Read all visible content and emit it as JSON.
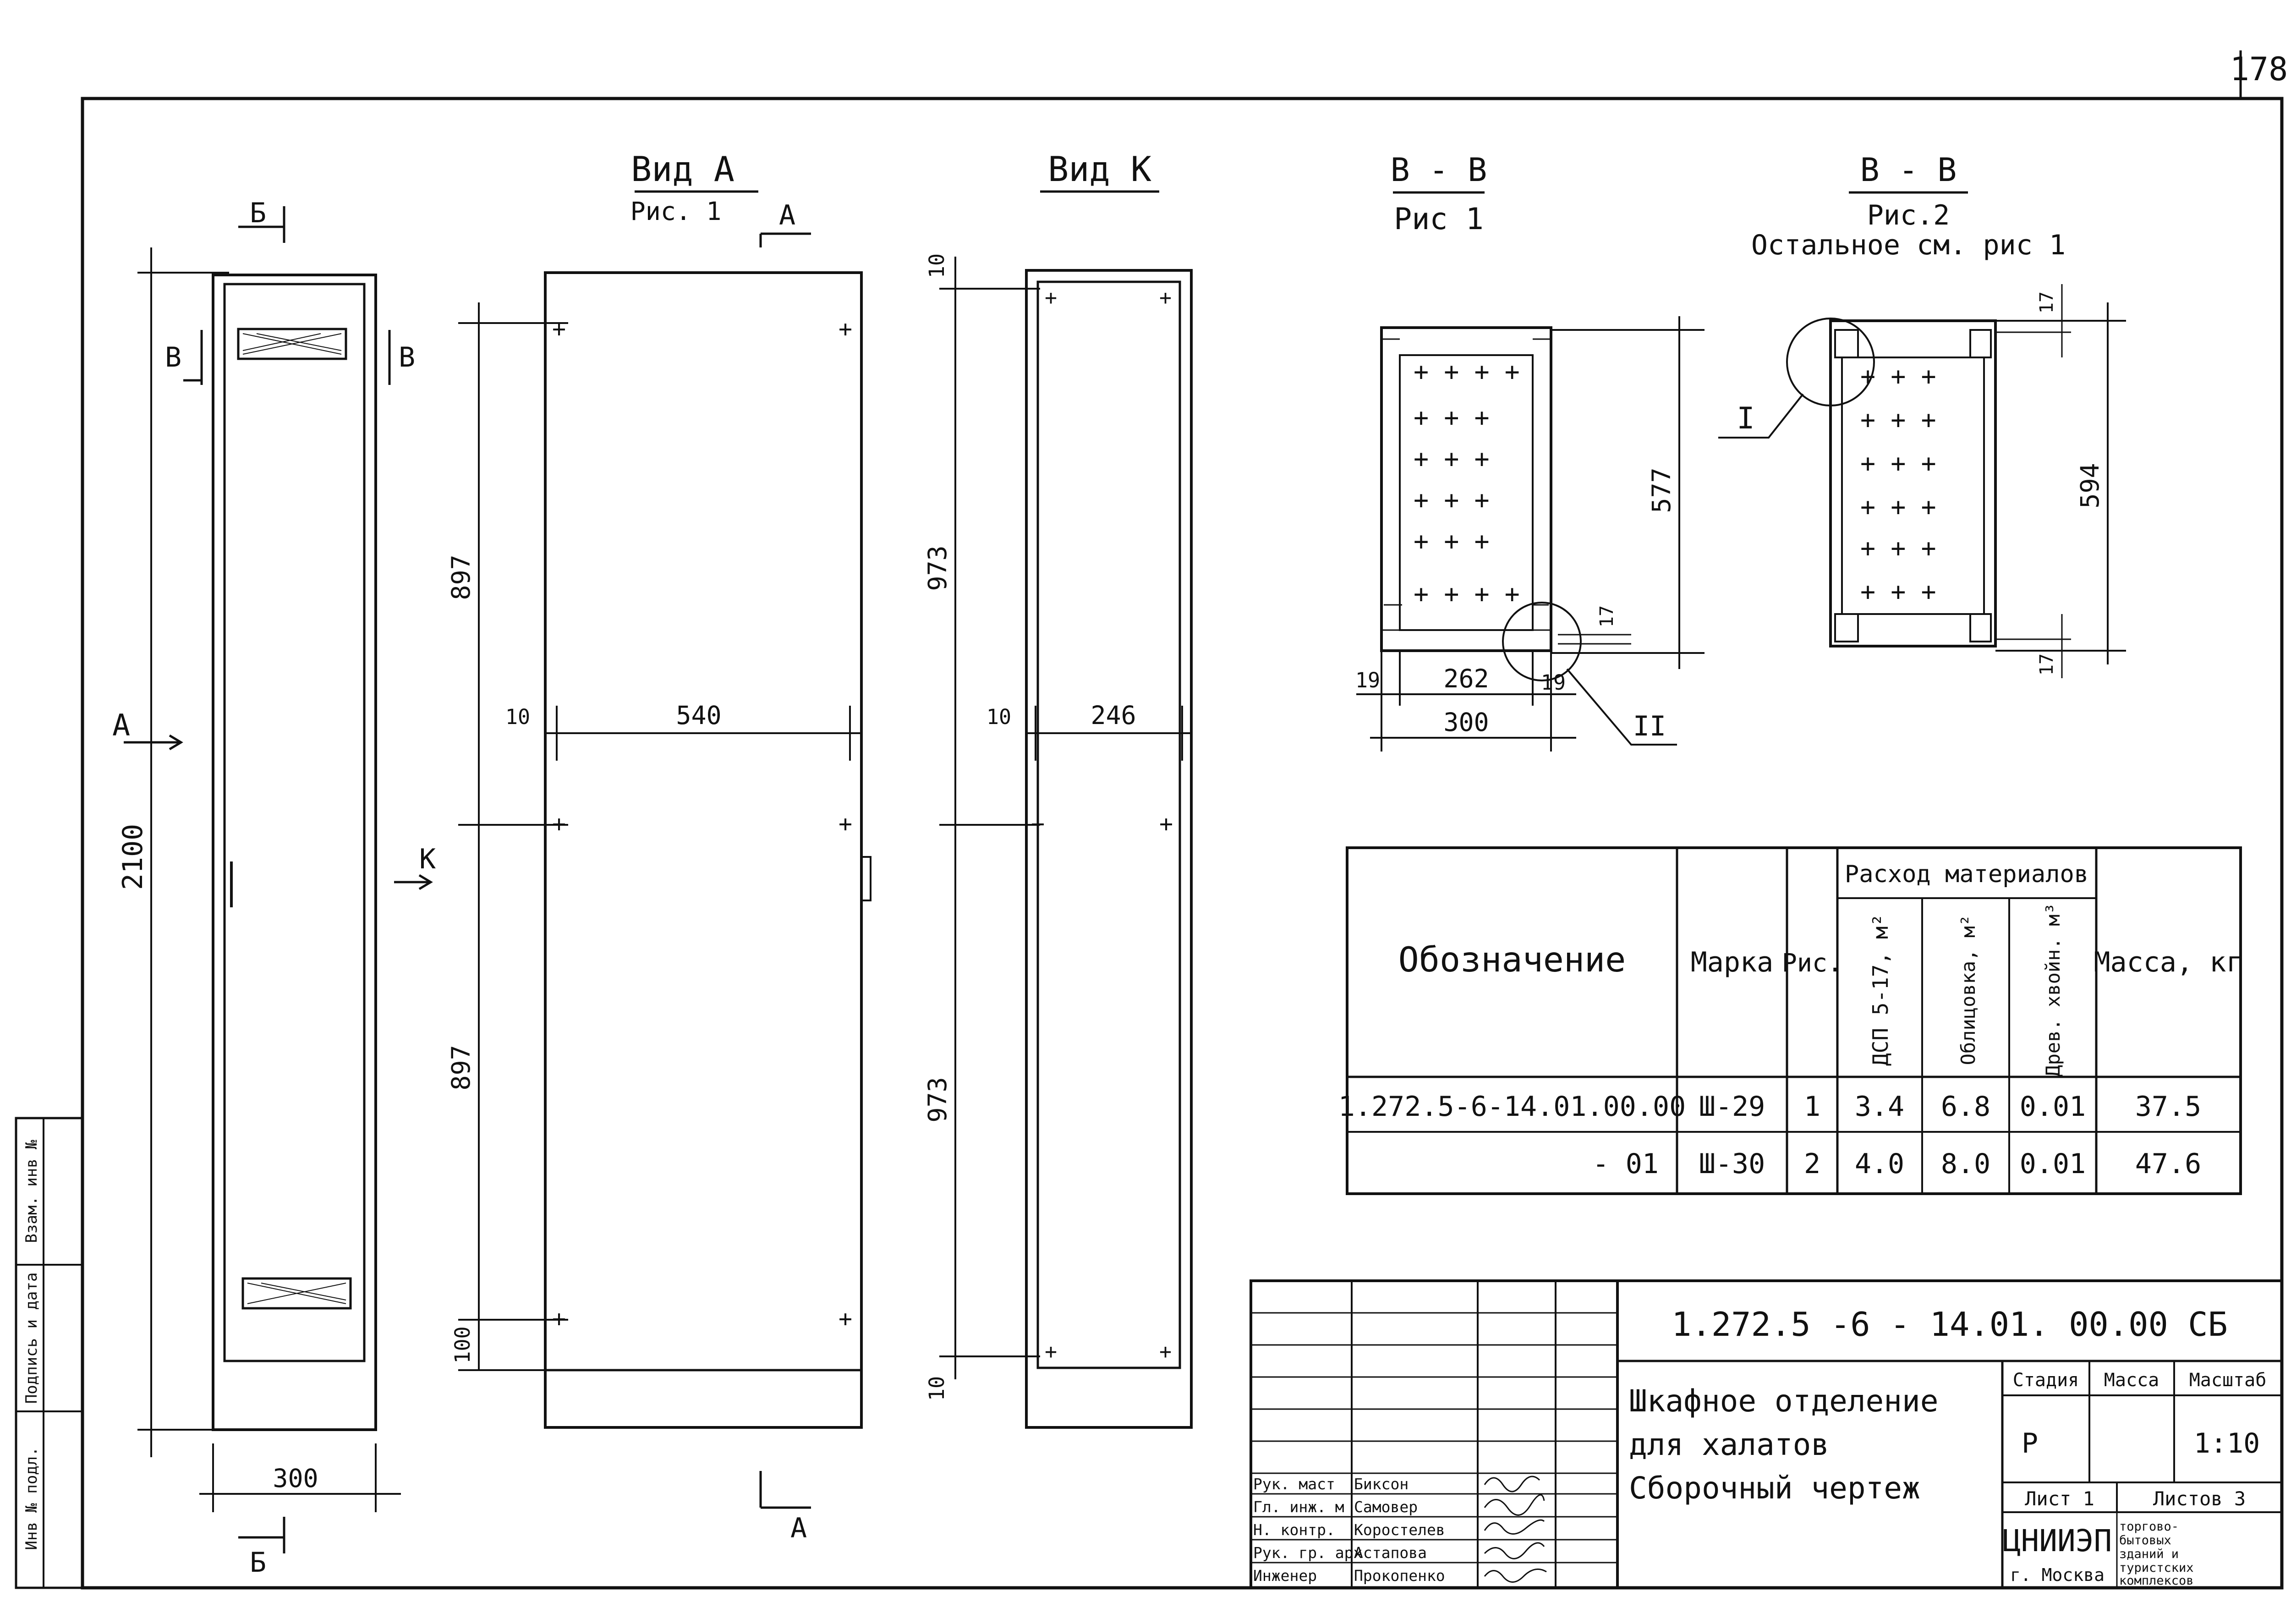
{
  "sheet_number": "178",
  "views": {
    "front_title": "",
    "front_section_b_top": "Б",
    "front_section_b_bottom": "Б",
    "front_section_v_left": "В",
    "front_section_v_right": "В",
    "front_arrow_a": "А",
    "front_width": "300",
    "front_height": "2100",
    "view_a_title": "Вид А",
    "view_a_subtitle": "Рис. 1",
    "view_a_arrow_top": "А",
    "view_a_arrow_bottom": "А",
    "view_a_arrow_k": "К",
    "view_a_dim_top": "897",
    "view_a_dim_bottom": "897",
    "view_a_dim_base": "100",
    "view_a_dim_width": "540",
    "view_a_dim_side": "10",
    "view_k_title": "Вид К",
    "view_k_dim_top": "973",
    "view_k_dim_bottom": "973",
    "view_k_dim_top_gap": "10",
    "view_k_dim_bottom_gap": "10",
    "view_k_dim_width": "246",
    "view_k_dim_side": "10",
    "section1_title": "В - В",
    "section1_subtitle": "Рис 1",
    "section1_depth": "577",
    "section1_inner": "262",
    "section1_outer": "300",
    "section1_left": "19",
    "section1_right": "19",
    "section1_small": "17",
    "section1_callout": "II",
    "section2_title": "В - В",
    "section2_subtitle": "Рис.2",
    "section2_note": "Остальное см. рис 1",
    "section2_depth": "594",
    "section2_top": "17",
    "section2_bottom": "17",
    "section2_callout": "I"
  },
  "materials_table": {
    "col_designation": "Обозначение",
    "col_mark": "Марка",
    "col_fig": "Рис.",
    "col_group": "Расход материалов",
    "col_dsp": "ДСП 5-17, м²",
    "col_facing": "Облицовка, м²",
    "col_wood": "Древ. хвойн. м³",
    "col_mass": "Масса, кг",
    "rows": [
      {
        "designation": "1.272.5-6-14.01.00.00",
        "mark": "Ш-29",
        "fig": "1",
        "dsp": "3.4",
        "facing": "6.8",
        "wood": "0.01",
        "mass": "37.5"
      },
      {
        "designation": "- 01",
        "mark": "Ш-30",
        "fig": "2",
        "dsp": "4.0",
        "facing": "8.0",
        "wood": "0.01",
        "mass": "47.6"
      }
    ]
  },
  "title_block": {
    "code": "1.272.5 -6 - 14.01. 00.00 СБ",
    "name_line1": "Шкафное отделение",
    "name_line2": "для халатов",
    "name_line3": "Сборочный чертеж",
    "stage_label": "Стадия",
    "mass_label": "Масса",
    "scale_label": "Масштаб",
    "stage_value": "Р",
    "mass_value": "",
    "scale_value": "1:10",
    "sheet_label": "Лист 1",
    "sheets_label": "Листов 3",
    "org_name": "ЦНИИЭП",
    "org_city": "г. Москва",
    "org_desc1": "торгово-",
    "org_desc2": "бытовых",
    "org_desc3": "зданий и",
    "org_desc4": "туристских",
    "org_desc5": "комплексов",
    "roles": [
      {
        "role": "Рук. маст",
        "name": "Биксон"
      },
      {
        "role": "Гл. инж. м",
        "name": "Самовер"
      },
      {
        "role": "Н. контр.",
        "name": "Коростелев"
      },
      {
        "role": "Рук. гр. арх",
        "name": "Астапова"
      },
      {
        "role": "Инженер",
        "name": "Прокопенко"
      }
    ]
  },
  "side_stamp": {
    "cell1": "Инв № подл.",
    "cell2": "Подпись и дата",
    "cell3": "Взам. инв №"
  }
}
